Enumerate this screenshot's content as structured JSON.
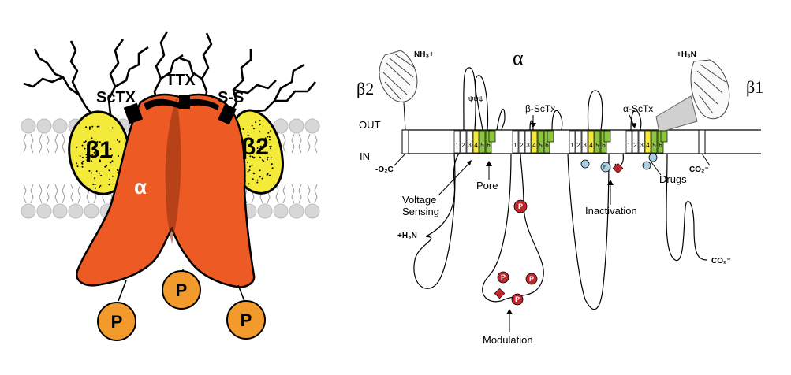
{
  "left_panel": {
    "labels": {
      "sctx": "ScTX",
      "ttx": "TTX",
      "ss": "S-S",
      "beta1": "β1",
      "beta2": "β2",
      "alpha": "α",
      "p1": "P",
      "p2": "P",
      "p3": "P"
    },
    "colors": {
      "alpha_subunit": "#ee5a24",
      "beta_subunit": "#f4ea3a",
      "phosphate": "#f39a2c",
      "lipid_head": "#d7d7d7"
    }
  },
  "right_panel": {
    "labels": {
      "alpha": "α",
      "beta2": "β2",
      "beta1": "β1",
      "nh3": "NH₃+",
      "h3n_right": "+H₃N",
      "beta_sctx": "β-ScTx",
      "alpha_sctx": "α-ScTx",
      "out": "OUT",
      "in": "IN",
      "o2c": "-O₂C",
      "co2_mid": "CO₂⁻",
      "co2_right": "CO₂⁻",
      "h3n_left": "+H₃N",
      "voltage_sensing": "Voltage\nSensing",
      "pore": "Pore",
      "inactivation": "Inactivation",
      "drugs": "Drugs",
      "modulation": "Modulation",
      "phospho": "P",
      "h_marker": "h",
      "segment_numbers": [
        "1",
        "2",
        "3",
        "4",
        "5",
        "6"
      ],
      "psi": "ψψψ"
    },
    "colors": {
      "segment_green": "#8cc63f",
      "segment_yellow": "#f4ea3a",
      "phospho_red": "#c0272d",
      "drug_blue": "#a9cfe3"
    }
  }
}
